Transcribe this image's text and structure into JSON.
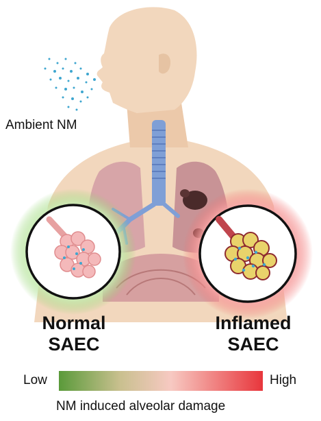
{
  "labels": {
    "ambient": "Ambient NM",
    "normal_line1": "Normal",
    "normal_line2": "SAEC",
    "inflamed_line1": "Inflamed",
    "inflamed_line2": "SAEC",
    "scale_low": "Low",
    "scale_high": "High",
    "scale_caption": "NM induced alveolar damage"
  },
  "colors": {
    "skin": "#f2d7bd",
    "skin_shadow": "#e6c3a3",
    "trachea": "#7f9fd6",
    "normal_glow": "#8fd36c",
    "inflamed_glow": "#f26a6a",
    "particles": "#3ea6cf",
    "gradient_low": "#5a9a3a",
    "gradient_mid": "#f7c9c2",
    "gradient_high": "#e8363c"
  }
}
